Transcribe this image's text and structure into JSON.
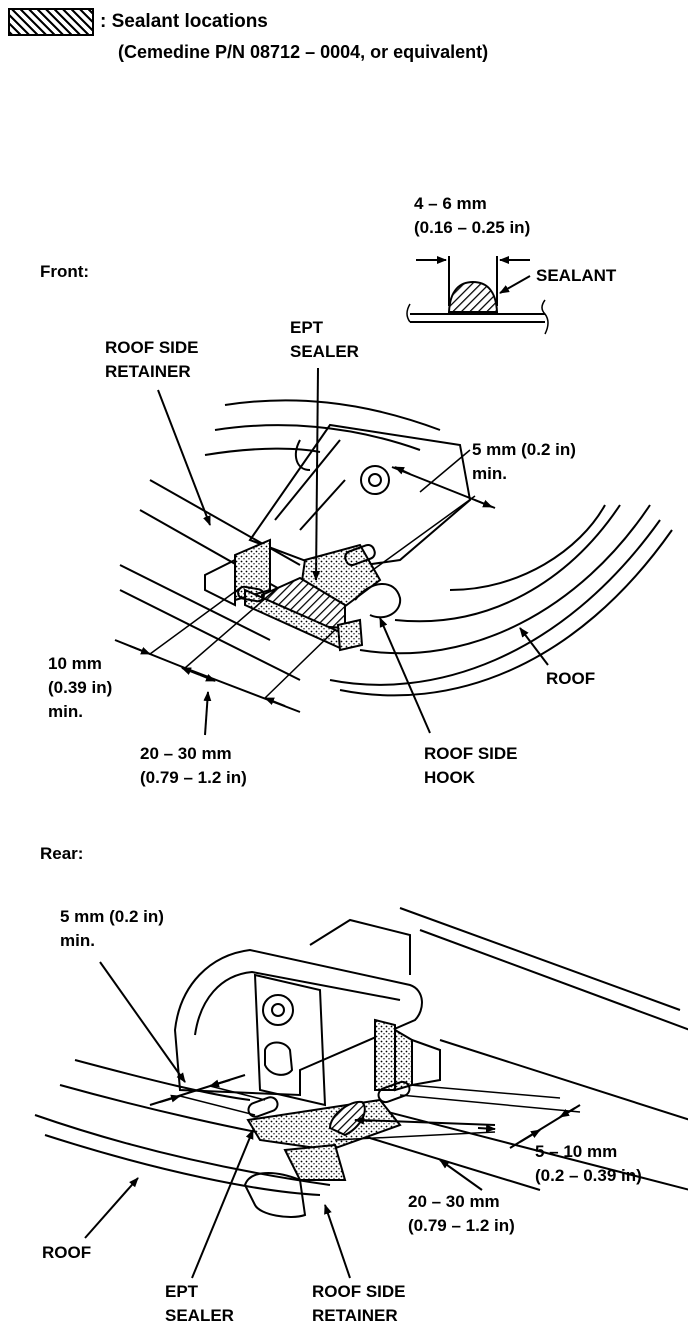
{
  "legend": {
    "title": ": Sealant locations",
    "note": "(Cemedine P/N 08712 – 0004, or equivalent)"
  },
  "detail": {
    "width_line1": "4 – 6 mm",
    "width_line2": "(0.16 – 0.25 in)",
    "sealant": "SEALANT"
  },
  "front": {
    "heading": "Front:",
    "roof_side_retainer": [
      "ROOF SIDE",
      "RETAINER"
    ],
    "ept_sealer": [
      "EPT",
      "SEALER"
    ],
    "min_5mm": [
      "5 mm (0.2 in)",
      "min."
    ],
    "min_10mm": [
      "10 mm",
      "(0.39 in)",
      "min."
    ],
    "range_20_30": [
      "20 – 30 mm",
      "(0.79 – 1.2 in)"
    ],
    "roof_side_hook": [
      "ROOF SIDE",
      "HOOK"
    ],
    "roof": "ROOF"
  },
  "rear": {
    "heading": "Rear:",
    "min_5mm": [
      "5 mm (0.2 in)",
      "min."
    ],
    "range_5_10": [
      "5 – 10 mm",
      "(0.2 – 0.39 in)"
    ],
    "range_20_30": [
      "20 – 30 mm",
      "(0.79 – 1.2 in)"
    ],
    "roof": "ROOF",
    "ept_sealer": [
      "EPT",
      "SEALER"
    ],
    "roof_side_retainer": [
      "ROOF SIDE",
      "RETAINER"
    ]
  }
}
